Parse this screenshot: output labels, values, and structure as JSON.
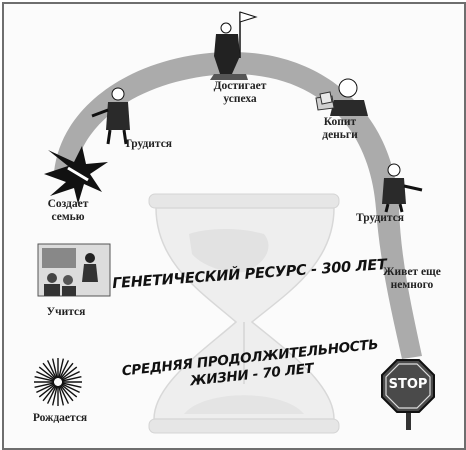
{
  "stages": {
    "birth": "Рождается",
    "study": "Учится",
    "family_line1": "Создает",
    "family_line2": "семью",
    "work_left": "Трудится",
    "success_line1": "Достигает",
    "success_line2": "успеха",
    "money_line1": "Копит",
    "money_line2": "деньги",
    "work_right": "Трудится",
    "lives_line1": "Живет еще",
    "lives_line2": "немного"
  },
  "statements": {
    "genetic_resource": "ГЕНЕТИЧЕСКИЙ РЕСУРС - 300 ЛЕТ",
    "life_expectancy_line1": "СРЕДНЯЯ ПРОДОЛЖИТЕЛЬНОСТЬ",
    "life_expectancy_line2": "ЖИЗНИ - 70 ЛЕТ"
  },
  "stop_sign": {
    "text": "STOP"
  },
  "colors": {
    "arc": "#a8a8a8",
    "hourglass": "#cfcfcf",
    "frame": "#6e6e6e",
    "stop_fill": "#4a4a4a"
  }
}
